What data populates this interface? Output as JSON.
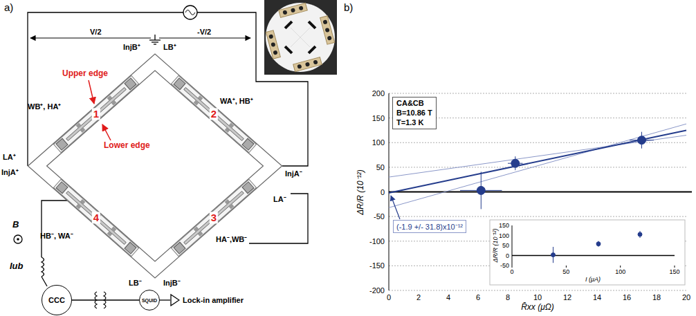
{
  "diagram": {
    "nodes": [
      {
        "text": [
          "CCC"
        ]
      },
      {
        "text": [
          "SQUID"
        ]
      },
      {
        "text": [
          "Lock-in amplifier"
        ]
      },
      {
        "text": [
          "CA&CB",
          "B=10.86 T",
          "T=1.3 K"
        ]
      },
      {
        "text": [
          "(-1.9 +/- 31.8)x10⁻¹²"
        ]
      }
    ],
    "edges": [
      {
        "from": 0,
        "to": 1,
        "arrow": "none"
      },
      {
        "from": 1,
        "to": 2,
        "arrow": "none"
      }
    ],
    "labels": [
      "a)",
      "b)",
      "V/2",
      "-V/2",
      "Upper edge",
      "Lower edge",
      "WB⁺, HA⁺",
      "InjB⁺",
      "LB⁺",
      "WA⁺, HB⁺",
      "LA⁺",
      "InjA⁺",
      "InjA⁻",
      "LA⁻",
      "HB⁻, WA⁻",
      "HA⁻,WB⁻",
      "LB⁻",
      "InjB⁻",
      "B",
      "Iub",
      "1",
      "2",
      "3",
      "4",
      "ΔR/R (10⁻¹²)",
      "200",
      "150",
      "100",
      "50",
      "0",
      "-50",
      "-100",
      "-150",
      "-200",
      "0",
      "2",
      "4",
      "6",
      "8",
      "10",
      "12",
      "14",
      "16",
      "18",
      "20",
      "R̄xx (μΩ)",
      "150",
      "100",
      "50",
      "0",
      "-50",
      "0",
      "50",
      "100",
      "150",
      "ΔR/R (10⁻¹²)",
      "I (μA)"
    ]
  }
}
